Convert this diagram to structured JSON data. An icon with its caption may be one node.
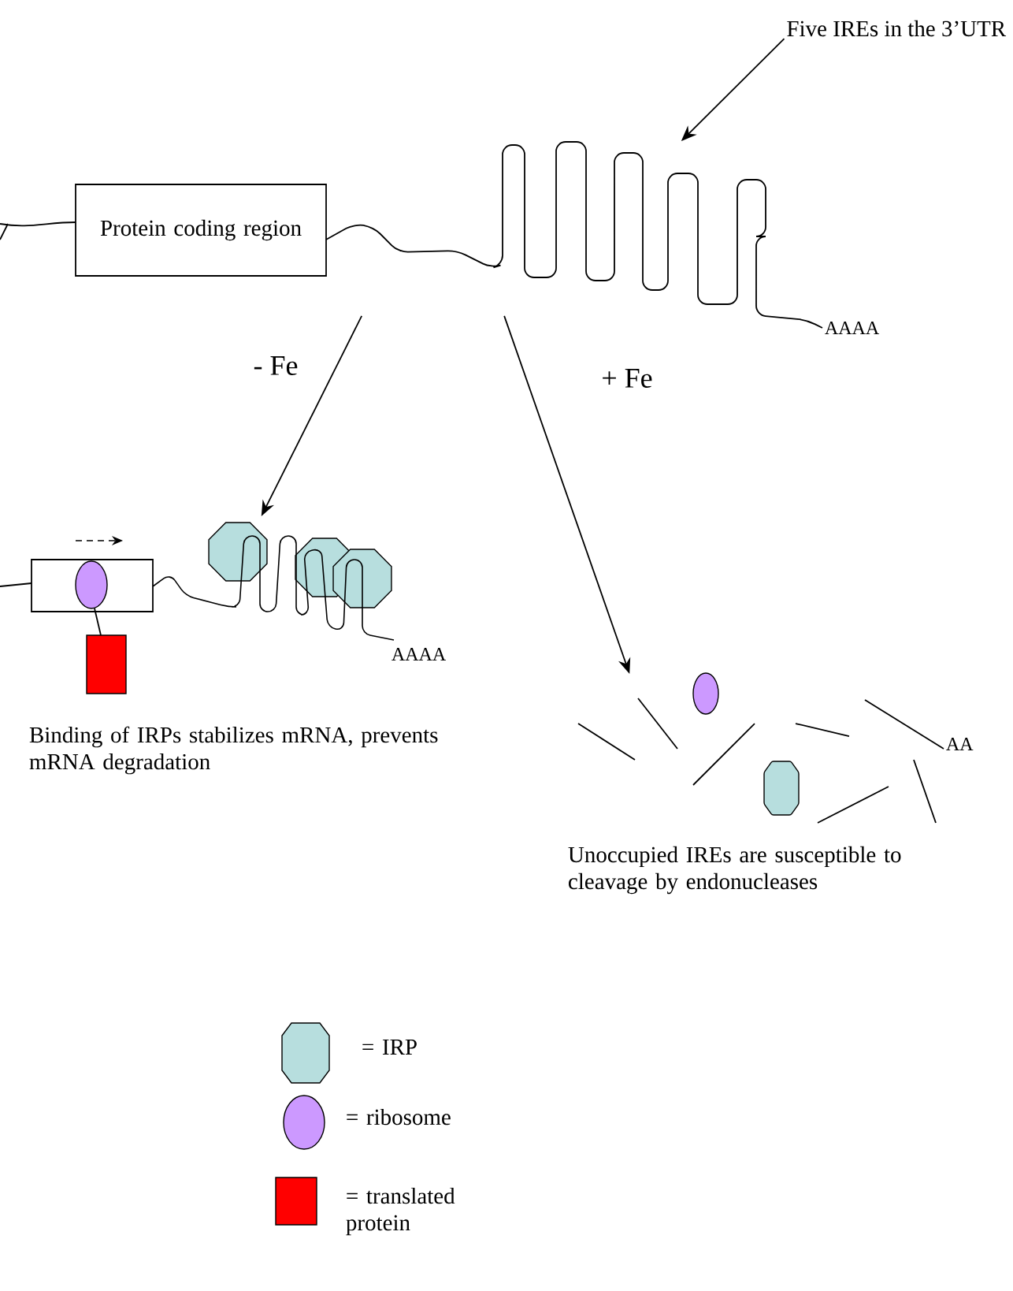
{
  "diagram": {
    "nodes": [
      {
        "text": [
          "Five IREs in the 3’UTR"
        ]
      },
      {
        "text": [
          "Protein coding region"
        ]
      },
      {
        "text": [],
        "shape": "picture"
      },
      {
        "text": [],
        "shape": "picture"
      },
      {
        "text": [],
        "shape": "picture"
      }
    ],
    "edges": [
      {
        "from": 0,
        "to": 2,
        "arrow": "to"
      },
      {
        "from": 2,
        "to": 3,
        "arrow": "to",
        "label": "- Fe"
      },
      {
        "from": 2,
        "to": 4,
        "arrow": "to",
        "label": "+ Fe"
      }
    ],
    "labels": [
      "AAAA",
      "AAAA",
      "Binding of IRPs stabilizes mRNA, prevents mRNA degradation",
      "AA",
      "Unoccupied IREs are susceptible to cleavage by endonucleases"
    ],
    "legend": [
      {
        "text": "= IRP",
        "color": "#b7dede"
      },
      {
        "text": "= ribosome",
        "color": "#cc99ff"
      },
      {
        "text": "= translated protein",
        "color": "#ff0000"
      }
    ]
  }
}
